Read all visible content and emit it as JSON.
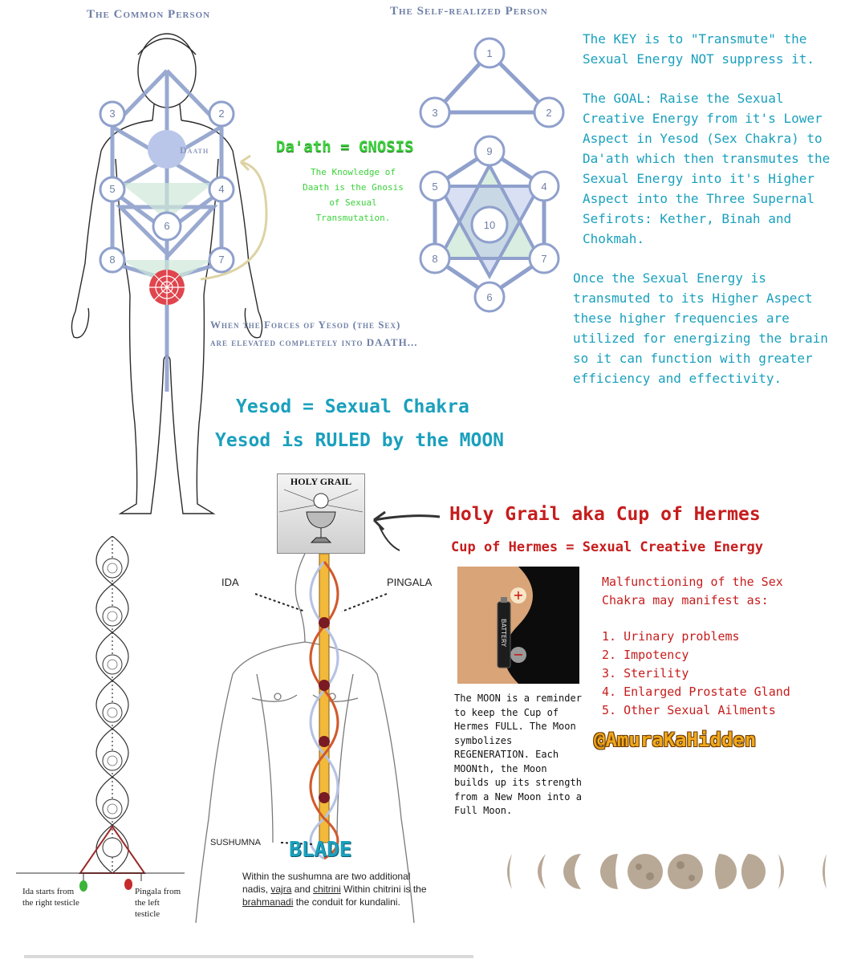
{
  "headings": {
    "common_person": "The Common Person",
    "self_realized_person": "The Self-realized Person"
  },
  "key_text": "The KEY is to \"Transmute\" the Sexual Energy NOT suppress it.",
  "goal_text": "The GOAL: Raise the Sexual Creative Energy from it's Lower Aspect in Yesod (Sex Chakra) to Da'ath which then transmutes the Sexual Energy into it's Higher Aspect into the Three Supernal Sefirots: Kether, Binah and Chokmah.",
  "once_text": "Once the Sexual Energy is transmuted to its Higher Aspect these higher frequencies are utilized for energizing the brain so it can function with greater efficiency and effectivity.",
  "daath": {
    "title": "Da'ath = GNOSIS",
    "sub": "The Knowledge of Daath is the Gnosis of Sexual Transmutation.",
    "body_label": "Daath"
  },
  "forces_text": "When the Forces of Yesod (the Sex) are elevated completely into DAATH...",
  "yesod_line1": "Yesod = Sexual Chakra",
  "yesod_line2": "Yesod is RULED by the MOON",
  "tree_nodes": {
    "top": [
      "1",
      "3",
      "2"
    ],
    "hex": [
      "9",
      "5",
      "4",
      "10",
      "8",
      "7",
      "6"
    ],
    "body": [
      "3",
      "2",
      "5",
      "4",
      "6",
      "8",
      "7"
    ]
  },
  "holy_grail": {
    "badge": "HOLY GRAIL",
    "title": "Holy Grail aka Cup of Hermes",
    "subtitle": "Cup of Hermes = Sexual Creative Energy"
  },
  "battery_label": "BATTERY",
  "moon_text": "The MOON is a reminder to keep the Cup of Hermes FULL. The Moon symbolizes REGENERATION. Each MOONth, the Moon builds up its strength from a New Moon into a Full Moon.",
  "malfunction": {
    "intro": "Malfunctioning of the Sex Chakra may manifest as:",
    "items": [
      "1. Urinary problems",
      "2. Impotency",
      "3. Sterility",
      "4. Enlarged Prostate Gland",
      "5. Other Sexual Ailments"
    ]
  },
  "handle": "@AmuraKaHidden",
  "nadis": {
    "ida": "IDA",
    "pingala": "PINGALA",
    "sushumna": "SUSHUMNA",
    "blade": "BLADE",
    "caption_1": "Within the sushumna are two additional nadis,",
    "vajra": "vajra",
    "and": "and",
    "chitrini": "chitrini",
    "caption_2": "Within chitrini is the",
    "brahmanadi": "brahmanadi",
    "caption_3": "the conduit for kundalini."
  },
  "testicles": {
    "ida": "Ida starts from the right testicle",
    "pingala": "Pingala from the left testicle"
  },
  "colors": {
    "teal": "#1aa0bd",
    "green": "#3bd13b",
    "red": "#c61d1d",
    "node_blue": "#7f92c4",
    "handle_gold": "#f0a81c"
  }
}
